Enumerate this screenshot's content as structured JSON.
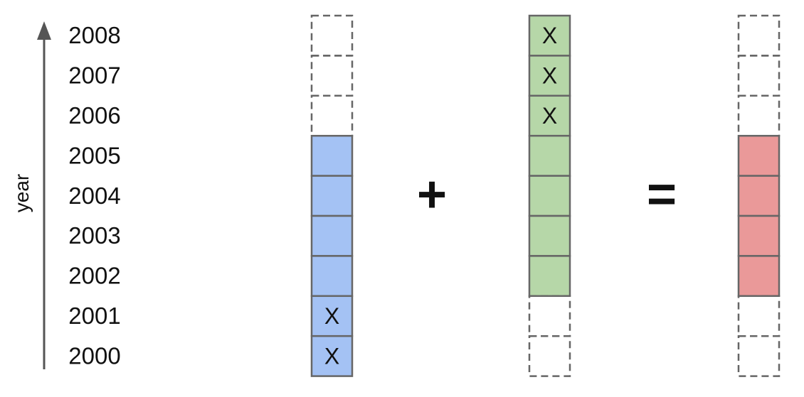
{
  "axis": {
    "label": "year",
    "years": [
      "2008",
      "2007",
      "2006",
      "2005",
      "2004",
      "2003",
      "2002",
      "2001",
      "2000"
    ]
  },
  "operators": {
    "plus": "+",
    "equals": "="
  },
  "mark_symbol": "X",
  "columns": [
    {
      "name": "blue-series",
      "fill": "#a4c2f4",
      "cells": [
        {
          "year": "2008",
          "state": "empty"
        },
        {
          "year": "2007",
          "state": "empty"
        },
        {
          "year": "2006",
          "state": "empty"
        },
        {
          "year": "2005",
          "state": "filled"
        },
        {
          "year": "2004",
          "state": "filled"
        },
        {
          "year": "2003",
          "state": "filled"
        },
        {
          "year": "2002",
          "state": "filled"
        },
        {
          "year": "2001",
          "state": "marked"
        },
        {
          "year": "2000",
          "state": "marked"
        }
      ]
    },
    {
      "name": "green-series",
      "fill": "#b6d7a8",
      "cells": [
        {
          "year": "2008",
          "state": "marked"
        },
        {
          "year": "2007",
          "state": "marked"
        },
        {
          "year": "2006",
          "state": "marked"
        },
        {
          "year": "2005",
          "state": "filled"
        },
        {
          "year": "2004",
          "state": "filled"
        },
        {
          "year": "2003",
          "state": "filled"
        },
        {
          "year": "2002",
          "state": "filled"
        },
        {
          "year": "2001",
          "state": "empty"
        },
        {
          "year": "2000",
          "state": "empty"
        }
      ]
    },
    {
      "name": "red-result",
      "fill": "#ea9999",
      "cells": [
        {
          "year": "2008",
          "state": "empty"
        },
        {
          "year": "2007",
          "state": "empty"
        },
        {
          "year": "2006",
          "state": "empty"
        },
        {
          "year": "2005",
          "state": "filled"
        },
        {
          "year": "2004",
          "state": "filled"
        },
        {
          "year": "2003",
          "state": "filled"
        },
        {
          "year": "2002",
          "state": "filled"
        },
        {
          "year": "2001",
          "state": "empty"
        },
        {
          "year": "2000",
          "state": "empty"
        }
      ]
    }
  ]
}
